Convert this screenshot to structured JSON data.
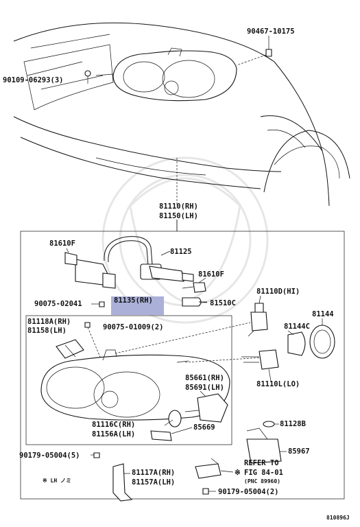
{
  "labels": {
    "p90467": "90467-10175",
    "p90109": "90109-06293(3)",
    "p81110": "81110(RH)",
    "p81150": "81150(LH)",
    "p81610f_a": "81610F",
    "p81125": "81125",
    "p81610f_b": "81610F",
    "p90075_02041": "90075-02041",
    "p81135": "81135(RH)",
    "p81510c": "81510C",
    "p81110d": "81110D(HI)",
    "p81144": "81144",
    "p81118a": "81118A(RH)",
    "p81158": "81158(LH)",
    "p90075_01009": "90075-01009(2)",
    "p81144c": "81144C",
    "p85661": "85661(RH)",
    "p85691": "85691(LH)",
    "p81110l": "81110L(LO)",
    "p81116c": "81116C(RH)",
    "p81156a": "81156A(LH)",
    "p85669": "85669",
    "p81128b": "81128B",
    "p85967": "85967",
    "p90179_a": "90179-05004(5)",
    "p81117a": "81117A(RH)",
    "p81157a": "81157A(LH)",
    "refer1": "REFER TO",
    "refer2": "FIG 84-01",
    "refer3": "(PNC 89960)",
    "p90179_b": "90179-05004(2)",
    "note": "※ LH ノミ",
    "refer_mark": "※",
    "code": "810896J"
  },
  "highlight_color": "#aab0d8"
}
